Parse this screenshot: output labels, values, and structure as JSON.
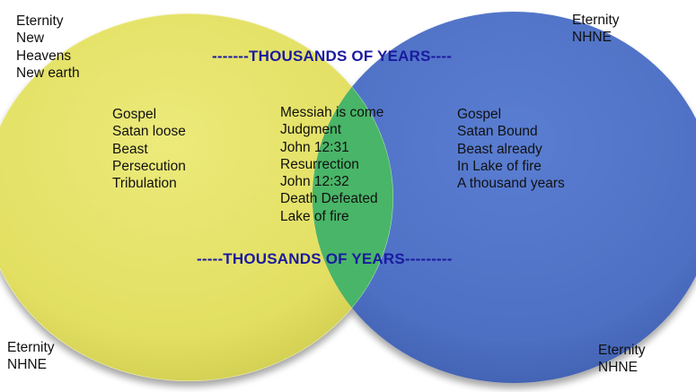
{
  "colors": {
    "left_circle": "#e3e063",
    "right_circle": "#4f71c6",
    "overlap": "#48b568",
    "banner_text": "#1a1aa0",
    "body_text": "#111111"
  },
  "corner_top_left": [
    "Eternity",
    "New",
    "Heavens",
    "New earth"
  ],
  "corner_top_right": [
    "Eternity",
    "NHNE"
  ],
  "corner_bottom_left": [
    "Eternity",
    "NHNE"
  ],
  "corner_bottom_right": [
    "Eternity",
    "NHNE"
  ],
  "banner_top": "-------THOUSANDS OF YEARS----",
  "banner_bottom": "-----THOUSANDS OF YEARS---------",
  "left_circle_items": [
    "Gospel",
    "Satan loose",
    "Beast",
    "Persecution",
    "Tribulation"
  ],
  "overlap_items": [
    "Messiah is come",
    "Judgment",
    "John 12:31",
    "Resurrection",
    "John 12:32",
    "Death Defeated",
    "Lake of fire"
  ],
  "right_circle_items": [
    "Gospel",
    "Satan Bound",
    "Beast already",
    "In Lake of fire",
    "A thousand years"
  ]
}
